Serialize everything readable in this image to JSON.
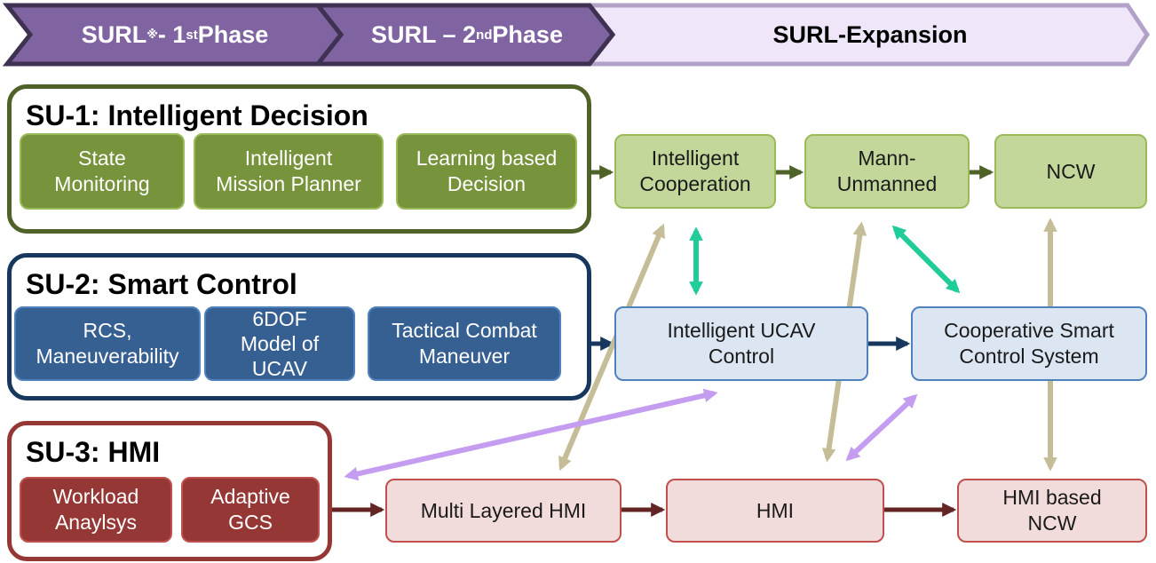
{
  "phases": [
    {
      "label": "SURL",
      "mark": "※",
      "suffix": " - 1",
      "sup": "st",
      "tail": " Phase"
    },
    {
      "label": "SURL – 2",
      "sup": "nd",
      "tail": " Phase"
    },
    {
      "label": "SURL-Expansion"
    }
  ],
  "su1": {
    "title": "SU-1: Intelligent Decision",
    "items": [
      {
        "lines": [
          "State",
          "Monitoring"
        ]
      },
      {
        "lines": [
          "Intelligent",
          "Mission Planner"
        ]
      },
      {
        "lines": [
          "Learning based",
          "Decision"
        ]
      }
    ]
  },
  "su2": {
    "title": "SU-2: Smart Control",
    "items": [
      {
        "lines": [
          "RCS,",
          "Maneuverability"
        ]
      },
      {
        "lines": [
          "6DOF",
          "Model of",
          "UCAV"
        ]
      },
      {
        "lines": [
          "Tactical Combat",
          "Maneuver"
        ]
      }
    ]
  },
  "su3": {
    "title": "SU-3: HMI",
    "items": [
      {
        "lines": [
          "Workload",
          "Anaylsys"
        ]
      },
      {
        "lines": [
          "Adaptive",
          "GCS"
        ]
      }
    ]
  },
  "expansion": {
    "green": [
      {
        "lines": [
          "Intelligent",
          "Cooperation"
        ]
      },
      {
        "lines": [
          "Mann-",
          "Unmanned"
        ]
      },
      {
        "lines": [
          "NCW"
        ]
      }
    ],
    "blue": [
      {
        "lines": [
          "Intelligent UCAV",
          "Control"
        ]
      },
      {
        "lines": [
          "Cooperative Smart",
          "Control System"
        ]
      }
    ],
    "red": [
      {
        "lines": [
          "Multi Layered HMI"
        ]
      },
      {
        "lines": [
          "HMI"
        ]
      },
      {
        "lines": [
          "HMI based",
          "NCW"
        ]
      }
    ]
  },
  "colors": {
    "phase_dark": "#8064a2",
    "phase_dark_border": "#3f3151",
    "phase_light": "#f0e6fa",
    "phase_light_border": "#b3a2c7",
    "su1_border": "#4f6228",
    "su2_border": "#17375e",
    "su3_border": "#953735",
    "arrow_green": "#4f6228",
    "arrow_navy": "#17375e",
    "arrow_maroon": "#632523",
    "arrow_teal": "#1fcc9a",
    "arrow_tan": "#c4bd97",
    "arrow_lavender": "#c49cf0"
  }
}
